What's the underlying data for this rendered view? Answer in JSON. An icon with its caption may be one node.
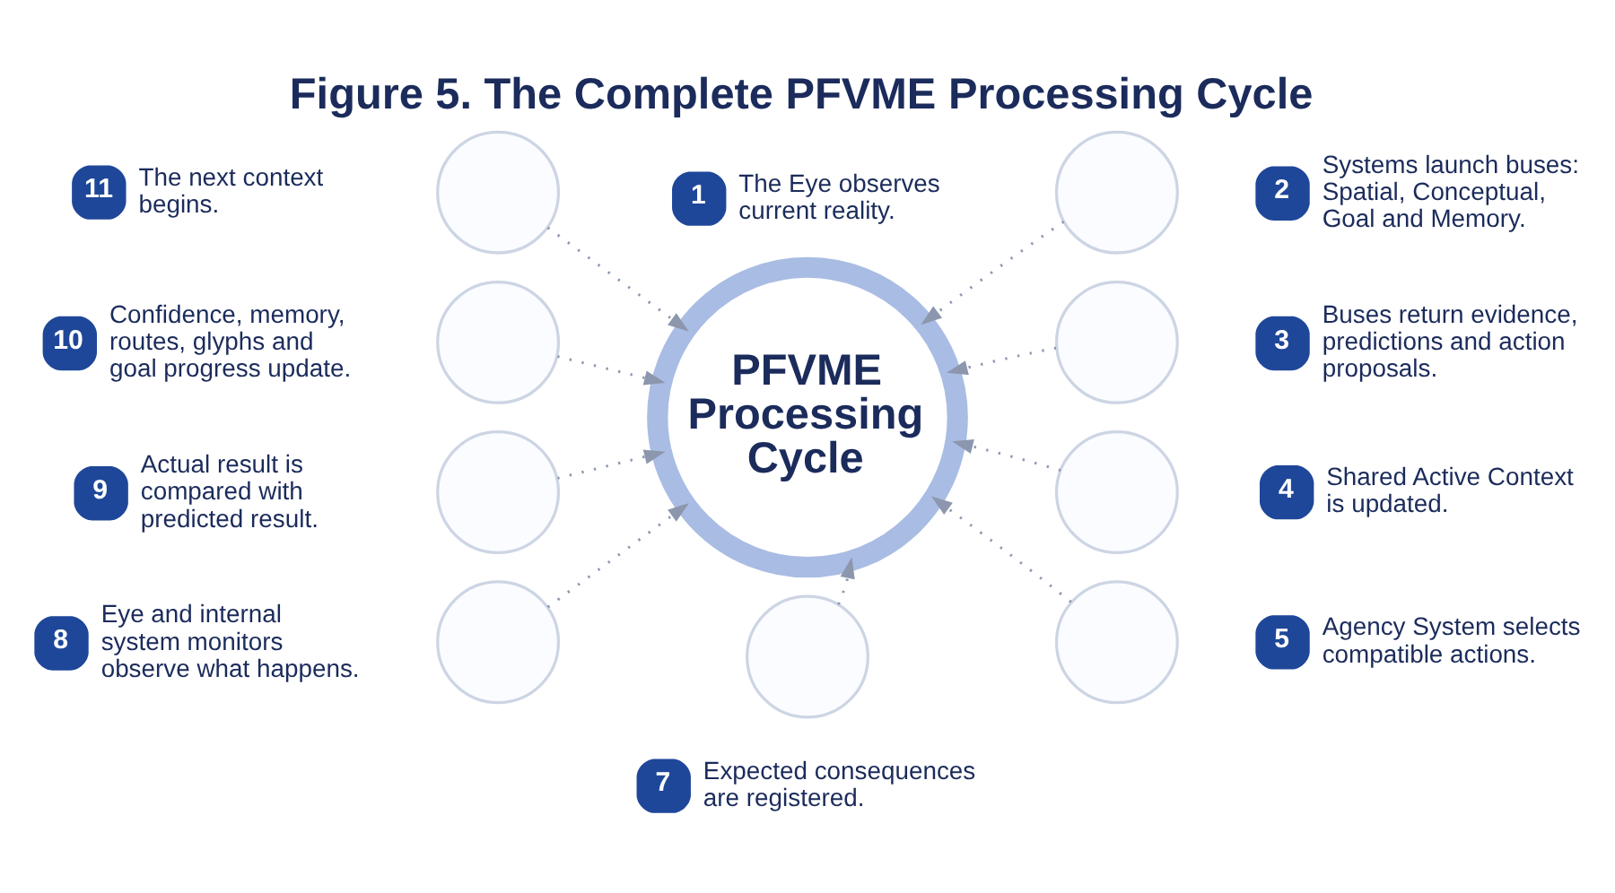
{
  "diagram": {
    "title": "Figure 5. The Complete PFVME Processing Cycle",
    "nodes": [
      {
        "text": [
          "1"
        ],
        "beside": [
          "The Eye observes current reality."
        ]
      },
      {
        "text": [
          "11"
        ],
        "beside": [
          "The next context begins."
        ]
      },
      {
        "text": [],
        "shape": "circle"
      },
      {
        "text": [],
        "shape": "circle"
      },
      {
        "text": [
          "2"
        ],
        "beside": [
          "Systems launch buses: Spatial, Conceptual, Goal and Memory."
        ]
      },
      {
        "text": [
          "10"
        ],
        "beside": [
          "Confidence, memory, routes, glyphs and goal progress update."
        ]
      },
      {
        "text": [],
        "shape": "circle"
      },
      {
        "text": [
          "PFVME Processing Cycle"
        ]
      },
      {
        "text": [],
        "shape": "circle"
      },
      {
        "text": [
          "3"
        ],
        "beside": [
          "Buses return evidence, predictions and action proposals."
        ]
      },
      {
        "text": [
          "9"
        ],
        "beside": [
          "Actual result is compared with predicted result."
        ]
      },
      {
        "text": [],
        "shape": "circle"
      },
      {
        "text": [],
        "shape": "circle"
      },
      {
        "text": [
          "4"
        ],
        "beside": [
          "Shared Active Context is updated."
        ]
      },
      {
        "text": [
          "8"
        ],
        "beside": [
          "Eye and internal system monitors observe what happens."
        ]
      },
      {
        "text": [],
        "shape": "circle"
      },
      {
        "text": [],
        "shape": "circle"
      },
      {
        "text": [
          "5"
        ],
        "beside": [
          "Agency System selects compatible actions."
        ]
      },
      {
        "text": [],
        "shape": "circle"
      },
      {
        "text": [
          "7"
        ],
        "beside": [
          "Expected consequences are registered."
        ]
      }
    ],
    "edges": [
      {
        "from": 2,
        "to": 7,
        "arrow": "to"
      },
      {
        "from": 3,
        "to": 7,
        "arrow": "to"
      },
      {
        "from": 6,
        "to": 7,
        "arrow": "to"
      },
      {
        "from": 8,
        "to": 7,
        "arrow": "to"
      },
      {
        "from": 11,
        "to": 7,
        "arrow": "to"
      },
      {
        "from": 12,
        "to": 7,
        "arrow": "to"
      },
      {
        "from": 15,
        "to": 7,
        "arrow": "to"
      },
      {
        "from": 16,
        "to": 7,
        "arrow": "to"
      },
      {
        "from": 18,
        "to": 7,
        "arrow": "to"
      }
    ]
  }
}
